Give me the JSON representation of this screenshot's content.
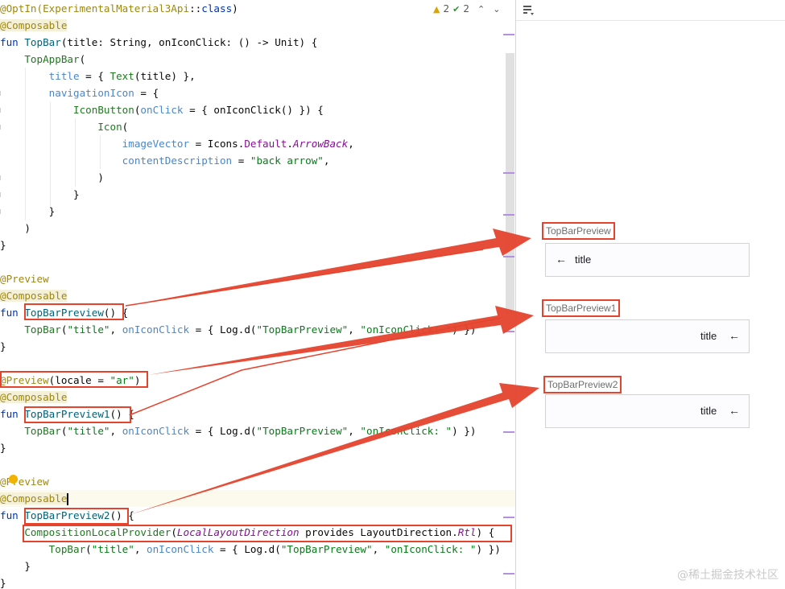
{
  "editor": {
    "lines": [
      {
        "segments": [
          {
            "t": "@OptIn(",
            "c": "ann"
          },
          {
            "t": "ExperimentalMaterial3Api",
            "c": "ann"
          },
          {
            "t": "::",
            "c": ""
          },
          {
            "t": "class",
            "c": "kw"
          },
          {
            "t": ")",
            "c": ""
          }
        ]
      },
      {
        "segments": [
          {
            "t": "@Composable",
            "c": "ann ann-bg"
          }
        ]
      },
      {
        "segments": [
          {
            "t": "fun ",
            "c": "kw"
          },
          {
            "t": "TopBar",
            "c": "fn"
          },
          {
            "t": "(title: String, onIconClick: () -> Unit) {",
            "c": ""
          }
        ]
      },
      {
        "segments": [
          {
            "t": "    ",
            "c": ""
          },
          {
            "t": "TopAppBar",
            "c": "call"
          },
          {
            "t": "(",
            "c": ""
          }
        ]
      },
      {
        "segments": [
          {
            "t": "        ",
            "c": ""
          },
          {
            "t": "title",
            "c": "param"
          },
          {
            "t": " = { ",
            "c": ""
          },
          {
            "t": "Text",
            "c": "call"
          },
          {
            "t": "(title) },",
            "c": ""
          }
        ]
      },
      {
        "segments": [
          {
            "t": "        ",
            "c": ""
          },
          {
            "t": "navigationIcon",
            "c": "param"
          },
          {
            "t": " = {",
            "c": ""
          }
        ]
      },
      {
        "segments": [
          {
            "t": "            ",
            "c": ""
          },
          {
            "t": "IconButton",
            "c": "call"
          },
          {
            "t": "(",
            "c": ""
          },
          {
            "t": "onClick",
            "c": "param"
          },
          {
            "t": " = { onIconClick() }) {",
            "c": ""
          }
        ]
      },
      {
        "segments": [
          {
            "t": "                ",
            "c": ""
          },
          {
            "t": "Icon",
            "c": "call"
          },
          {
            "t": "(",
            "c": ""
          }
        ]
      },
      {
        "segments": [
          {
            "t": "                    ",
            "c": ""
          },
          {
            "t": "imageVector",
            "c": "param"
          },
          {
            "t": " = Icons.",
            "c": ""
          },
          {
            "t": "Default",
            "c": "prop"
          },
          {
            "t": ".",
            "c": ""
          },
          {
            "t": "ArrowBack",
            "c": "prop italic"
          },
          {
            "t": ",",
            "c": ""
          }
        ]
      },
      {
        "segments": [
          {
            "t": "                    ",
            "c": ""
          },
          {
            "t": "contentDescription",
            "c": "param"
          },
          {
            "t": " = ",
            "c": ""
          },
          {
            "t": "\"back arrow\"",
            "c": "str"
          },
          {
            "t": ",",
            "c": ""
          }
        ]
      },
      {
        "segments": [
          {
            "t": "                )",
            "c": ""
          }
        ]
      },
      {
        "segments": [
          {
            "t": "            }",
            "c": ""
          }
        ]
      },
      {
        "segments": [
          {
            "t": "        }",
            "c": ""
          }
        ]
      },
      {
        "segments": [
          {
            "t": "    )",
            "c": ""
          }
        ]
      },
      {
        "segments": [
          {
            "t": "}",
            "c": ""
          }
        ]
      },
      {
        "segments": []
      },
      {
        "segments": [
          {
            "t": "@Preview",
            "c": "ann"
          }
        ]
      },
      {
        "segments": [
          {
            "t": "@Composable",
            "c": "ann ann-bg"
          }
        ]
      },
      {
        "segments": [
          {
            "t": "fun ",
            "c": "kw"
          },
          {
            "t": "TopBarPreview",
            "c": "fn"
          },
          {
            "t": "() {",
            "c": ""
          }
        ]
      },
      {
        "segments": [
          {
            "t": "    ",
            "c": ""
          },
          {
            "t": "TopBar",
            "c": "call"
          },
          {
            "t": "(",
            "c": ""
          },
          {
            "t": "\"title\"",
            "c": "str"
          },
          {
            "t": ", ",
            "c": ""
          },
          {
            "t": "onIconClick",
            "c": "param"
          },
          {
            "t": " = { Log.d(",
            "c": ""
          },
          {
            "t": "\"TopBarPreview\"",
            "c": "str"
          },
          {
            "t": ", ",
            "c": ""
          },
          {
            "t": "\"onIconClick: \"",
            "c": "str"
          },
          {
            "t": ") })",
            "c": ""
          }
        ]
      },
      {
        "segments": [
          {
            "t": "}",
            "c": ""
          }
        ]
      },
      {
        "segments": []
      },
      {
        "segments": [
          {
            "t": "@Preview",
            "c": "ann"
          },
          {
            "t": "(locale = ",
            "c": ""
          },
          {
            "t": "\"ar\"",
            "c": "str"
          },
          {
            "t": ")",
            "c": ""
          }
        ]
      },
      {
        "segments": [
          {
            "t": "@Composable",
            "c": "ann ann-bg"
          }
        ]
      },
      {
        "segments": [
          {
            "t": "fun ",
            "c": "kw"
          },
          {
            "t": "TopBarPreview1",
            "c": "fn"
          },
          {
            "t": "() {",
            "c": ""
          }
        ]
      },
      {
        "segments": [
          {
            "t": "    ",
            "c": ""
          },
          {
            "t": "TopBar",
            "c": "call"
          },
          {
            "t": "(",
            "c": ""
          },
          {
            "t": "\"title\"",
            "c": "str"
          },
          {
            "t": ", ",
            "c": ""
          },
          {
            "t": "onIconClick",
            "c": "param"
          },
          {
            "t": " = { Log.d(",
            "c": ""
          },
          {
            "t": "\"TopBarPreview\"",
            "c": "str"
          },
          {
            "t": ", ",
            "c": ""
          },
          {
            "t": "\"onIconClick: \"",
            "c": "str"
          },
          {
            "t": ") })",
            "c": ""
          }
        ]
      },
      {
        "segments": [
          {
            "t": "}",
            "c": ""
          }
        ]
      },
      {
        "segments": []
      },
      {
        "segments": [
          {
            "t": "@Preview",
            "c": "ann"
          }
        ]
      },
      {
        "segments": [
          {
            "t": "@Composable",
            "c": "ann ann-bg"
          }
        ],
        "current": true,
        "caret": true
      },
      {
        "segments": [
          {
            "t": "fun ",
            "c": "kw"
          },
          {
            "t": "TopBarPreview2",
            "c": "fn"
          },
          {
            "t": "() {",
            "c": ""
          }
        ]
      },
      {
        "segments": [
          {
            "t": "    ",
            "c": ""
          },
          {
            "t": "CompositionLocalProvider",
            "c": "call"
          },
          {
            "t": "(",
            "c": ""
          },
          {
            "t": "LocalLayoutDirection",
            "c": "prop italic"
          },
          {
            "t": " provides LayoutDirection.",
            "c": ""
          },
          {
            "t": "Rtl",
            "c": "prop italic"
          },
          {
            "t": ") {",
            "c": ""
          }
        ]
      },
      {
        "segments": [
          {
            "t": "        ",
            "c": ""
          },
          {
            "t": "TopBar",
            "c": "call"
          },
          {
            "t": "(",
            "c": ""
          },
          {
            "t": "\"title\"",
            "c": "str"
          },
          {
            "t": ", ",
            "c": ""
          },
          {
            "t": "onIconClick",
            "c": "param"
          },
          {
            "t": " = { Log.d(",
            "c": ""
          },
          {
            "t": "\"TopBarPreview\"",
            "c": "str"
          },
          {
            "t": ", ",
            "c": ""
          },
          {
            "t": "\"onIconClick: \"",
            "c": "str"
          },
          {
            "t": ") })",
            "c": ""
          }
        ]
      },
      {
        "segments": [
          {
            "t": "    }",
            "c": ""
          }
        ]
      },
      {
        "segments": [
          {
            "t": "}",
            "c": ""
          }
        ]
      }
    ],
    "inspection": {
      "warnings": "2",
      "weak_warnings": "2"
    }
  },
  "preview": {
    "items": [
      {
        "label": "TopBarPreview",
        "title": "title",
        "direction": "ltr",
        "arrow": "←"
      },
      {
        "label": "TopBarPreview1",
        "title": "title",
        "direction": "rtl",
        "arrow": "←"
      },
      {
        "label": "TopBarPreview2",
        "title": "title",
        "direction": "rtl",
        "arrow": "←"
      }
    ]
  },
  "watermark": "@稀土掘金技术社区",
  "colors": {
    "annotation_red": "#e5432e",
    "keyword": "#0033b3",
    "string": "#067d17",
    "annotation": "#9e880d"
  }
}
